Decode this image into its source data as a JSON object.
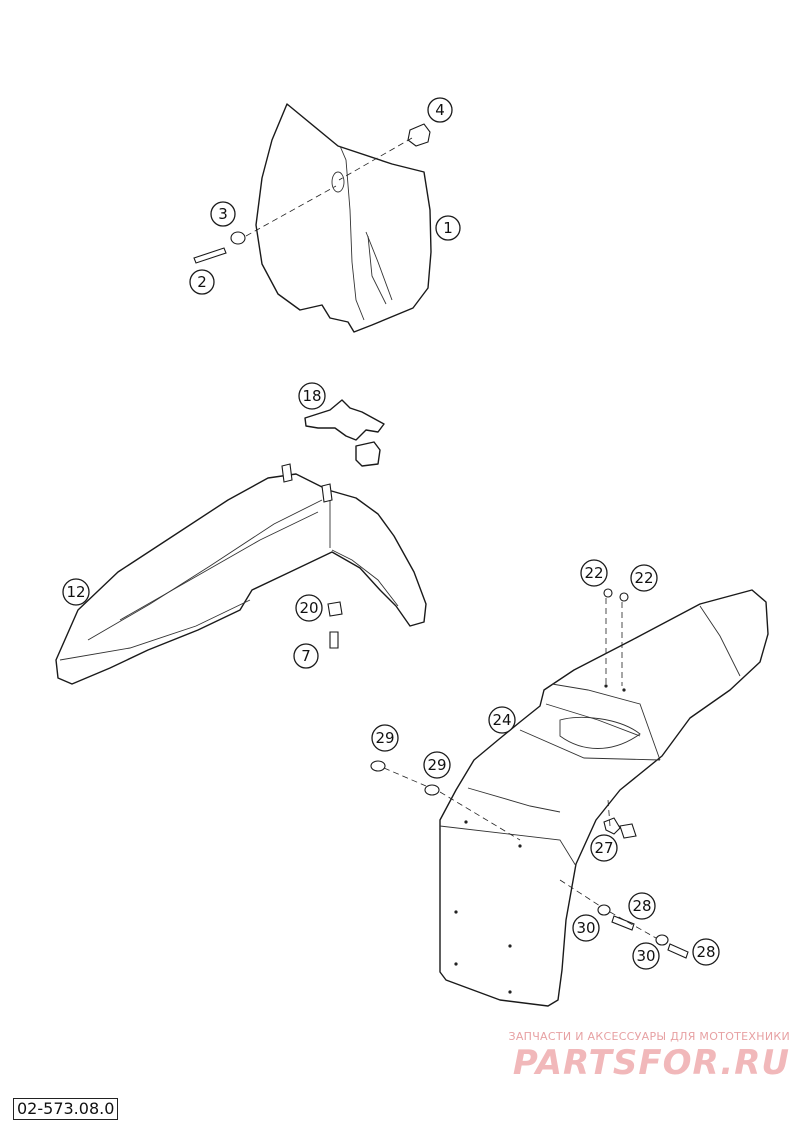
{
  "callouts": [
    "4",
    "3",
    "1",
    "2",
    "18",
    "12",
    "20",
    "7",
    "22",
    "22",
    "29",
    "29",
    "24",
    "27",
    "28",
    "30",
    "30",
    "28"
  ],
  "watermark": {
    "tagline": "ЗАПЧАСТИ И АКСЕССУАРЫ ДЛЯ МОТОТЕХНИКИ",
    "brand": "PARTSFOR.RU",
    "color": "#f1b8ba"
  },
  "diagram_code": "02-573.08.0"
}
